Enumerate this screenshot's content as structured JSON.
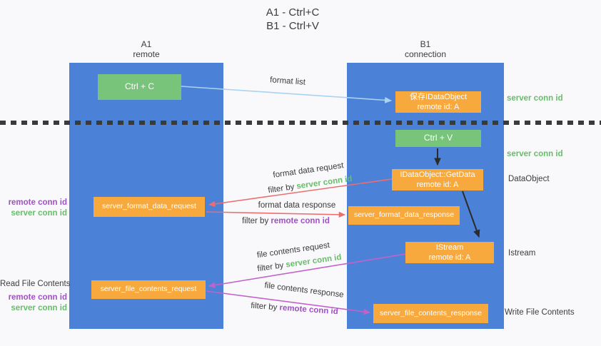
{
  "title": {
    "line1": "A1 - Ctrl+C",
    "line2": "B1 - Ctrl+V"
  },
  "lanes": {
    "a1": {
      "name": "A1",
      "subtitle": "remote"
    },
    "b1": {
      "name": "B1",
      "subtitle": "connection"
    }
  },
  "nodes": {
    "ctrl_c": {
      "label": "Ctrl + C"
    },
    "save_idataobject": {
      "line1": "保存IDataObject",
      "line2": "remote id: A"
    },
    "ctrl_v": {
      "label": "Ctrl + V"
    },
    "getdata": {
      "line1": "IDataObject::GetData",
      "line2": "remote id: A"
    },
    "format_request": {
      "label": "server_format_data_request"
    },
    "format_response": {
      "label": "server_format_data_response"
    },
    "istream": {
      "line1": "IStream",
      "line2": "remote id: A"
    },
    "file_request": {
      "label": "server_file_contents_request"
    },
    "file_response": {
      "label": "server_file_contents_response"
    }
  },
  "edge_labels": {
    "format_list": "format list",
    "format_data_request": "format data request",
    "format_data_response": "format data response",
    "file_contents_request": "file contents request",
    "file_contents_response": "file contents response",
    "filter_by": "filter by",
    "server_conn_id": "server conn id",
    "remote_conn_id": "remote conn id"
  },
  "side_labels": {
    "server_conn_id": "server conn id",
    "remote_conn_id": "remote conn id",
    "dataobject": "DataObject",
    "istream": "Istream",
    "read_file_contents": "Read File Contents",
    "write_file_contents": "Write File Contents"
  },
  "colors": {
    "lane_blue": "#4b81d6",
    "node_green": "#77c47a",
    "node_orange": "#f7a93d",
    "conn_id_green": "#67bd6a",
    "conn_id_purple": "#a14fc6",
    "arrow_red": "#ed6e6e",
    "arrow_purple": "#c263c9",
    "arrow_light_blue": "#a9d3f0",
    "arrow_black": "#2b2b2b"
  }
}
